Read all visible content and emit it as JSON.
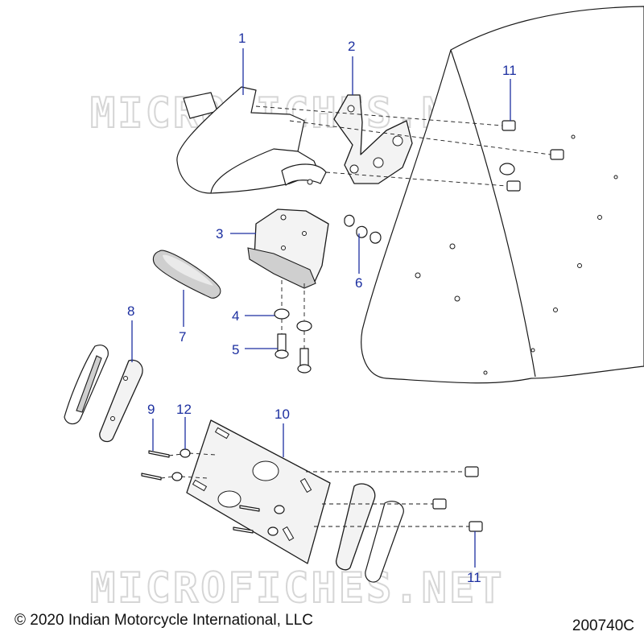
{
  "watermark": "MICROFICHES.NET",
  "copyright": "© 2020 Indian Motorcycle International, LLC",
  "document_number": "200740C",
  "callouts": {
    "c1": "1",
    "c2": "2",
    "c3": "3",
    "c4": "4",
    "c5": "5",
    "c6": "6",
    "c7": "7",
    "c8": "8",
    "c9": "9",
    "c10": "10",
    "c11_top": "11",
    "c11_bottom": "11",
    "c12": "12"
  },
  "colors": {
    "callout": "#1c2fa0",
    "line": "#1a1a1a",
    "watermark": "#d6d6d6"
  }
}
